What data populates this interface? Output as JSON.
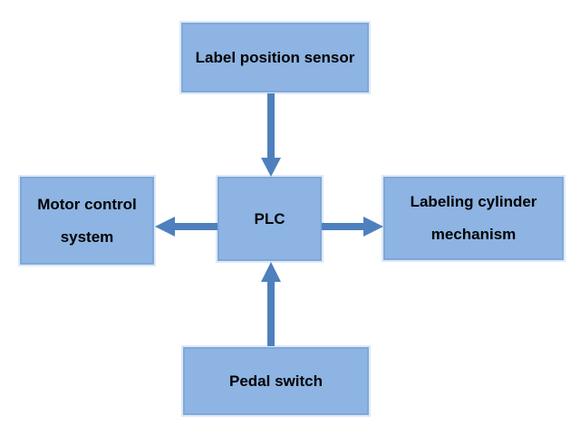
{
  "diagram": {
    "type": "block-diagram",
    "description": "PLC labeling machine control system block diagram",
    "nodes": {
      "sensor": {
        "label": "Label position sensor"
      },
      "motor": {
        "label": "Motor control system"
      },
      "plc": {
        "label": "PLC"
      },
      "cylinder": {
        "label": "Labeling cylinder mechanism"
      },
      "pedal": {
        "label": "Pedal switch"
      }
    },
    "edges": [
      {
        "from": "sensor",
        "to": "plc",
        "direction": "down"
      },
      {
        "from": "plc",
        "to": "motor",
        "direction": "left"
      },
      {
        "from": "plc",
        "to": "cylinder",
        "direction": "right"
      },
      {
        "from": "pedal",
        "to": "plc",
        "direction": "up"
      }
    ],
    "colors": {
      "node_fill": "#8db4e2",
      "node_border": "#7fa8d9",
      "node_halo": "#dde9f7",
      "arrow": "#4e80bd",
      "text": "#000000",
      "background": "#ffffff"
    }
  }
}
